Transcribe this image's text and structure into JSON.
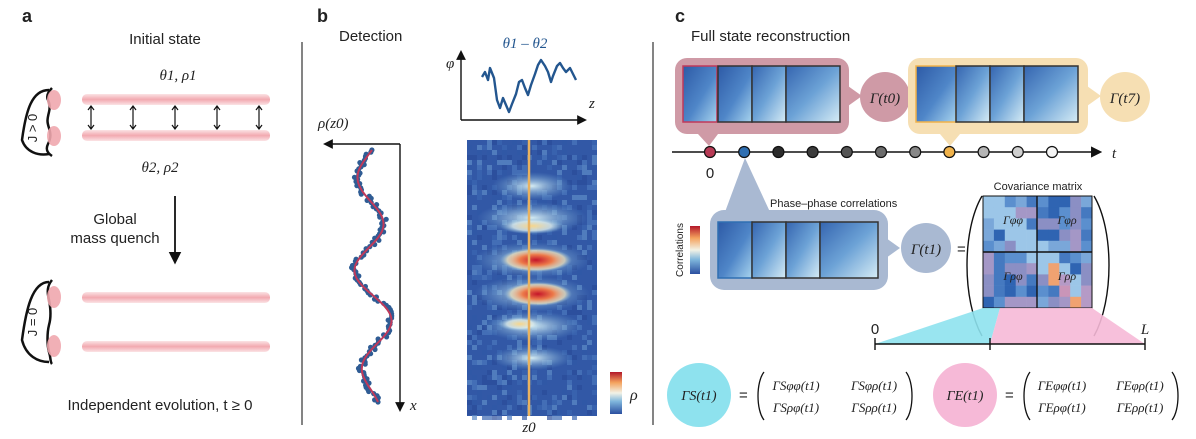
{
  "panel_a": {
    "letter": "a",
    "title": "Initial state",
    "top_label": "θ1, ρ1",
    "bottom_label": "θ2, ρ2",
    "j_positive": "J > 0",
    "quench_line1": "Global",
    "quench_line2": "mass quench",
    "j_zero": "J = 0",
    "caption": "Independent evolution, t ≥ 0"
  },
  "panel_b": {
    "letter": "b",
    "title": "Detection",
    "phase_label": "θ1 – θ2",
    "phi_axis": "φ",
    "z_axis": "z",
    "rho_z0": "ρ(z0)",
    "x_axis": "x",
    "z0_label": "z0",
    "colorbar_label": "ρ"
  },
  "panel_c": {
    "letter": "c",
    "title": "Full state reconstruction",
    "gamma_t0": "Γ(t0)",
    "gamma_t7": "Γ(t7)",
    "gamma_t1": "Γ(t1)",
    "time_axis": "t",
    "time_zero": "0",
    "phase_corr_title": "Phase–phase correlations",
    "correlations_label": "Correlations",
    "cov_title": "Covariance matrix",
    "cov_blocks": [
      "Γφφ",
      "Γφρ",
      "Γρφ",
      "Γρρ"
    ],
    "equals": "=",
    "length_zero": "0",
    "length_L": "L",
    "system_label": "ΓS(t1)",
    "environment_label": "ΓE(t1)",
    "system_matrix": [
      "ΓSφφ(t1)",
      "ΓSφρ(t1)",
      "ΓSρφ(t1)",
      "ΓSρρ(t1)"
    ],
    "environment_matrix": [
      "ΓEφφ(t1)",
      "ΓEφρ(t1)",
      "ΓEρφ(t1)",
      "ΓEρρ(t1)"
    ]
  },
  "colors": {
    "tube_pink": "#f4b8bd",
    "t0_bubble": "#cf9aa6",
    "t7_bubble": "#f6dfb3",
    "t1_bubble": "#a9b9d2",
    "system_cyan": "#8ee2ee",
    "environment_pink": "#f6b9d7",
    "profile_red": "#c0395a",
    "profile_dots": "#2f5c94",
    "phase_line": "#23568f",
    "z0_line": "#e9b260"
  },
  "timeline_dots": [
    {
      "fill": "#b73a55"
    },
    {
      "fill": "#2f6fb2"
    },
    {
      "fill": "#2c2c2c"
    },
    {
      "fill": "#3c3c3c"
    },
    {
      "fill": "#555555"
    },
    {
      "fill": "#6c6c6c"
    },
    {
      "fill": "#888888"
    },
    {
      "fill": "#f0b24a"
    },
    {
      "fill": "#b5b5b5"
    },
    {
      "fill": "#d0d0d0"
    },
    {
      "fill": "#f4f4f4"
    }
  ]
}
